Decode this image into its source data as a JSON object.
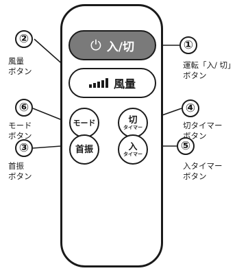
{
  "remote": {
    "power_button": {
      "symbol": "⏻",
      "label": "入/切"
    },
    "fan_button": {
      "label": "風量",
      "level_bars": 5
    },
    "mode_button": {
      "label": "モード"
    },
    "off_timer_button": {
      "line1": "切",
      "line2": "タイマー"
    },
    "swing_button": {
      "label": "首振"
    },
    "on_timer_button": {
      "line1": "入",
      "line2": "タイマー"
    }
  },
  "callouts": [
    {
      "number": "①",
      "line1": "運転「入/ 切」",
      "line2": "ボタン"
    },
    {
      "number": "②",
      "line1": "風量",
      "line2": "ボタン"
    },
    {
      "number": "③",
      "line1": "首振",
      "line2": "ボタン"
    },
    {
      "number": "④",
      "line1": "切タイマー",
      "line2": "ボタン"
    },
    {
      "number": "⑤",
      "line1": "入タイマー",
      "line2": "ボタン"
    },
    {
      "number": "⑥",
      "line1": "モード",
      "line2": "ボタン"
    }
  ],
  "colors": {
    "outline": "#1a1a1a",
    "power_fill": "#7a7a7a",
    "background": "#ffffff"
  }
}
